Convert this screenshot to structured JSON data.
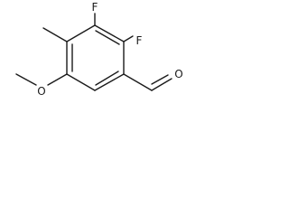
{
  "molecule": {
    "atoms": {
      "f_top": "F",
      "f_right": "F",
      "o_methoxy": "O",
      "o_aldehyde": "O"
    }
  }
}
